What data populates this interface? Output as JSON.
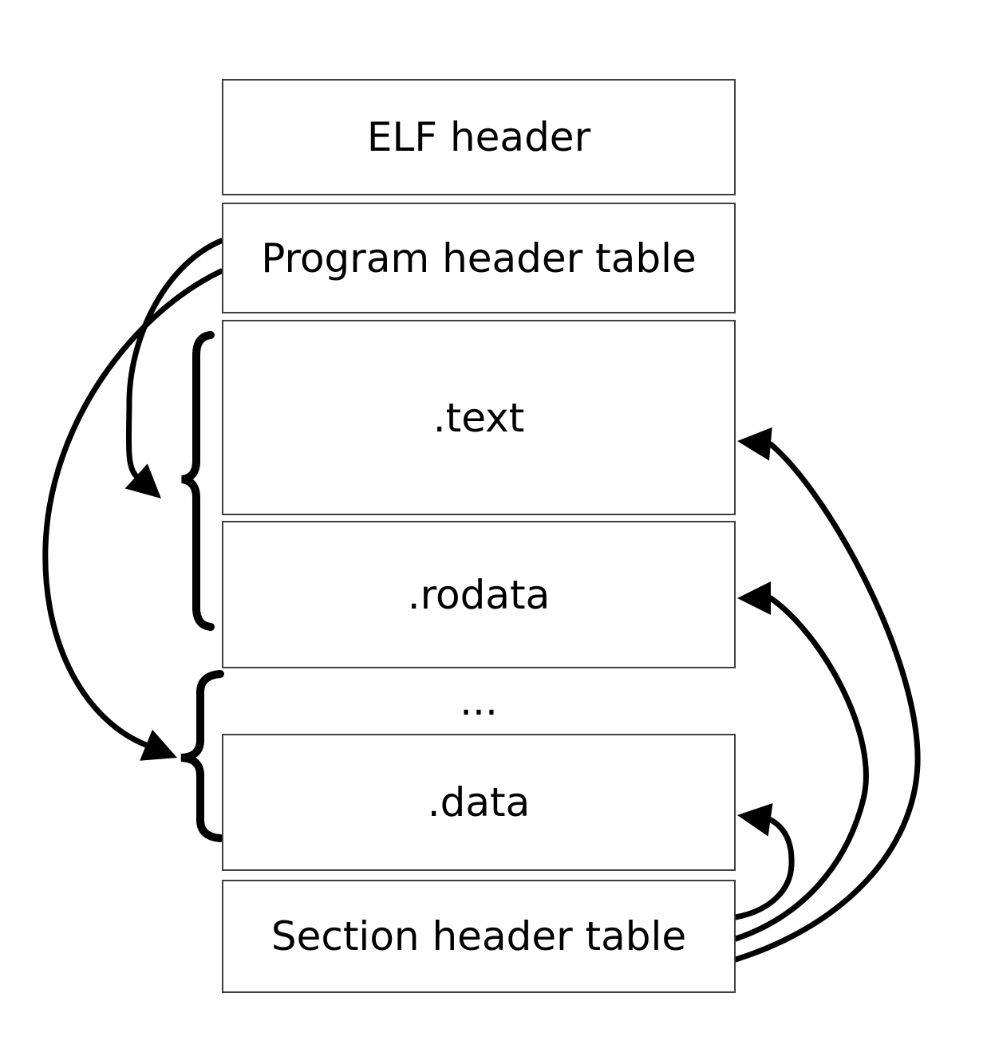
{
  "diagram": {
    "kind": "ELF file layout diagram",
    "colors": {
      "background": "#ffffff",
      "box_border": "#3f3f3f",
      "text": "#000000",
      "arrow": "#000000"
    },
    "boxes": [
      {
        "id": "elf-header",
        "label": "ELF header"
      },
      {
        "id": "program-header-table",
        "label": "Program header table"
      },
      {
        "id": "text-section",
        "label": ".text"
      },
      {
        "id": "rodata-section",
        "label": ".rodata"
      },
      {
        "id": "ellipsis-row",
        "label": "..."
      },
      {
        "id": "data-section",
        "label": ".data"
      },
      {
        "id": "section-header-table",
        "label": "Section header table"
      }
    ]
  }
}
